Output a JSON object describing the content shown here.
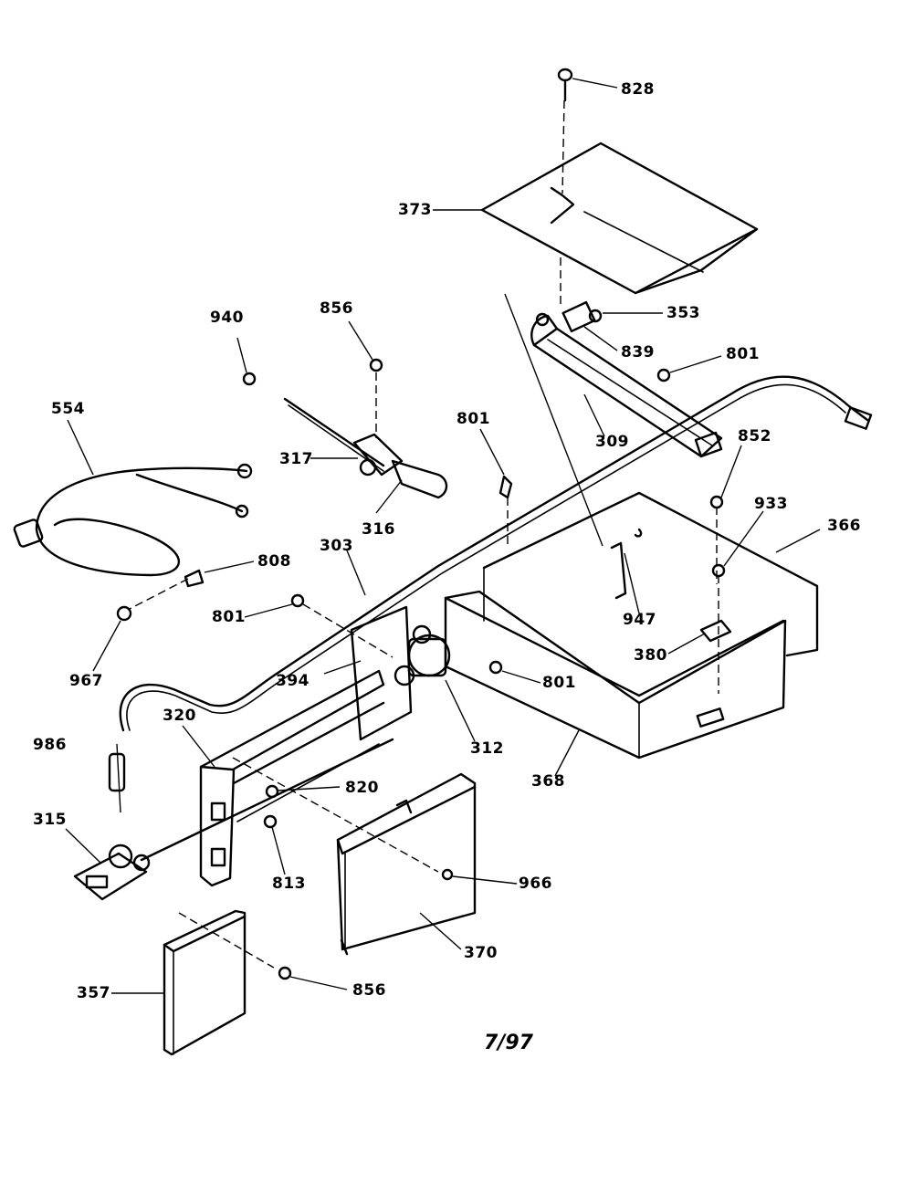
{
  "diagram": {
    "callouts": [
      "828",
      "373",
      "353",
      "839",
      "801",
      "309",
      "940",
      "856",
      "554",
      "317",
      "316",
      "801",
      "852",
      "933",
      "366",
      "808",
      "303",
      "801",
      "947",
      "380",
      "967",
      "394",
      "801",
      "312",
      "986",
      "320",
      "820",
      "368",
      "315",
      "813",
      "966",
      "370",
      "357",
      "856"
    ],
    "footer": "7/97"
  }
}
